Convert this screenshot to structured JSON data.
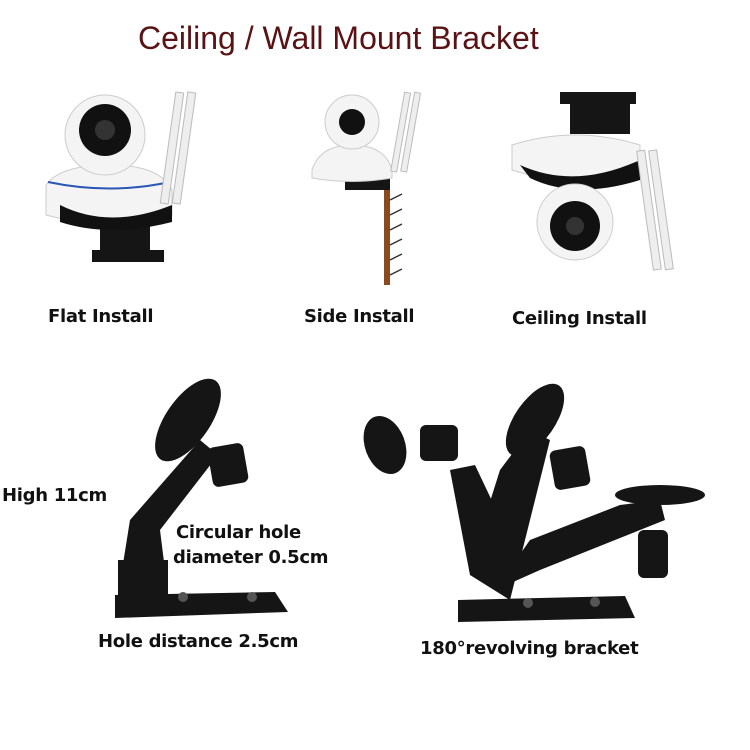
{
  "title": "Ceiling / Wall Mount Bracket",
  "installs": [
    {
      "label": "Flat Install"
    },
    {
      "label": "Side Install"
    },
    {
      "label": "Ceiling Install"
    }
  ],
  "specs": {
    "height": "High 11cm",
    "hole_line1": "Circular hole",
    "hole_line2": "diameter 0.5cm",
    "hole_distance": "Hole distance 2.5cm",
    "revolving": "180°revolving bracket"
  },
  "colors": {
    "title": "#5a1214",
    "bracket": "#151515",
    "camera": "#f4f4f4",
    "accent_ring": "#2a56b8"
  }
}
